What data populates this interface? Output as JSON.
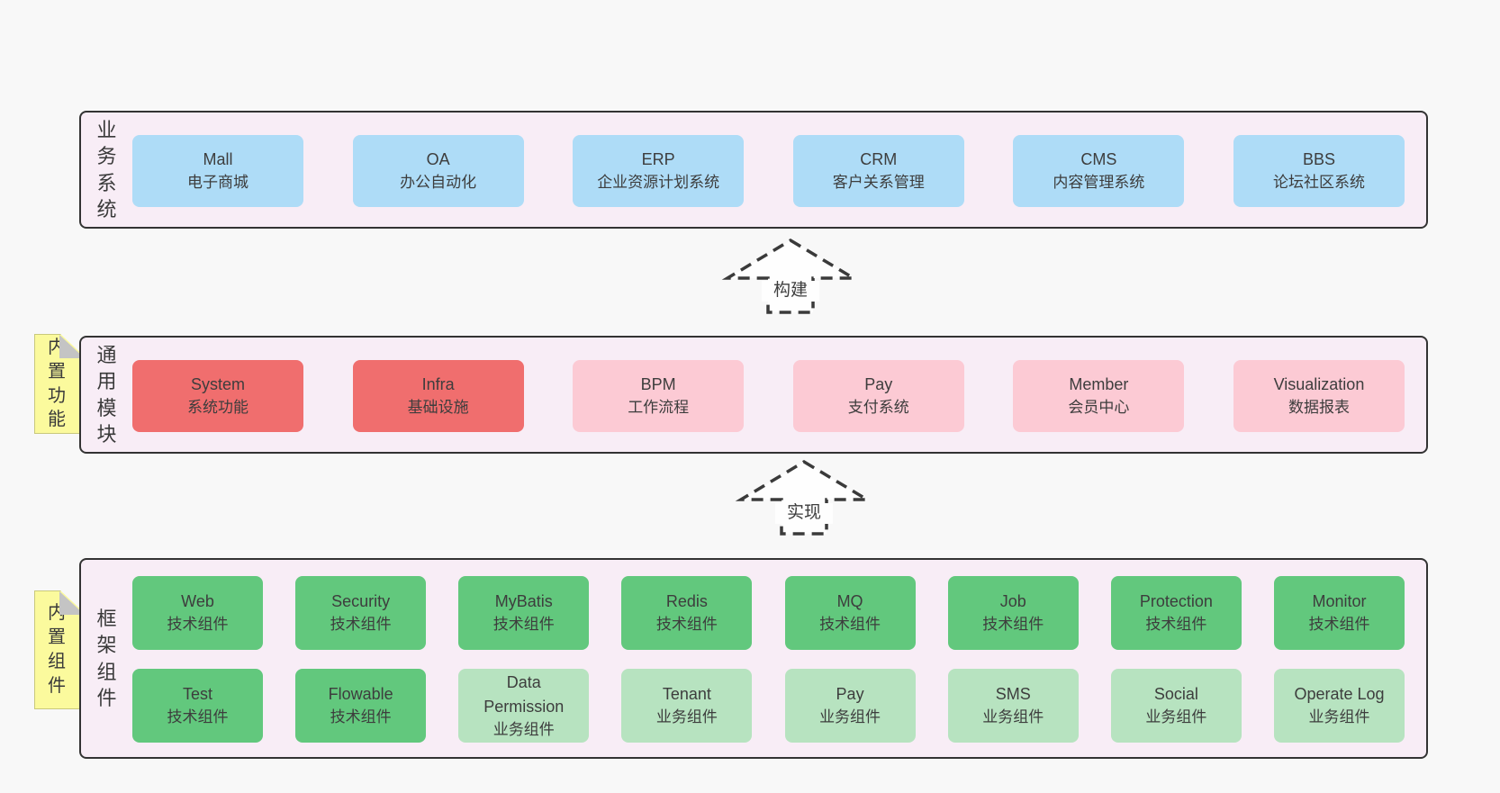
{
  "colors": {
    "page-bg": "#f8f8f8",
    "panel-bg": "#f8edf6",
    "panel-border": "#333333",
    "blue": "#aedcf7",
    "red": "#f06e6e",
    "pink": "#fccad4",
    "green": "#62c87d",
    "lightgreen": "#b7e3c0",
    "yellow": "#fbfa9d",
    "fold-gray": "#c4c4c4",
    "text": "#3d3d3d",
    "arrow-fill": "#fefefe"
  },
  "layers": [
    {
      "side_label": "业务系统",
      "boxes": [
        {
          "name": "Mall",
          "desc": "电子商城"
        },
        {
          "name": "OA",
          "desc": "办公自动化"
        },
        {
          "name": "ERP",
          "desc": "企业资源计划系统"
        },
        {
          "name": "CRM",
          "desc": "客户关系管理"
        },
        {
          "name": "CMS",
          "desc": "内容管理系统"
        },
        {
          "name": "BBS",
          "desc": "论坛社区系统"
        }
      ]
    },
    {
      "side_label": "通用模块",
      "tab_label": "内置功能",
      "boxes": [
        {
          "name": "System",
          "desc": "系统功能"
        },
        {
          "name": "Infra",
          "desc": "基础设施"
        },
        {
          "name": "BPM",
          "desc": "工作流程"
        },
        {
          "name": "Pay",
          "desc": "支付系统"
        },
        {
          "name": "Member",
          "desc": "会员中心"
        },
        {
          "name": "Visualization",
          "desc": "数据报表"
        }
      ]
    },
    {
      "side_label": "框架组件",
      "tab_label": "内置组件",
      "rows": [
        [
          {
            "name": "Web",
            "desc": "技术组件"
          },
          {
            "name": "Security",
            "desc": "技术组件"
          },
          {
            "name": "MyBatis",
            "desc": "技术组件"
          },
          {
            "name": "Redis",
            "desc": "技术组件"
          },
          {
            "name": "MQ",
            "desc": "技术组件"
          },
          {
            "name": "Job",
            "desc": "技术组件"
          },
          {
            "name": "Protection",
            "desc": "技术组件"
          },
          {
            "name": "Monitor",
            "desc": "技术组件"
          }
        ],
        [
          {
            "name": "Test",
            "desc": "技术组件"
          },
          {
            "name": "Flowable",
            "desc": "技术组件"
          },
          {
            "name": "Data Permission",
            "desc": "业务组件"
          },
          {
            "name": "Tenant",
            "desc": "业务组件"
          },
          {
            "name": "Pay",
            "desc": "业务组件"
          },
          {
            "name": "SMS",
            "desc": "业务组件"
          },
          {
            "name": "Social",
            "desc": "业务组件"
          },
          {
            "name": "Operate Log",
            "desc": "业务组件"
          }
        ]
      ]
    }
  ],
  "arrows": [
    {
      "label": "构建"
    },
    {
      "label": "实现"
    }
  ]
}
